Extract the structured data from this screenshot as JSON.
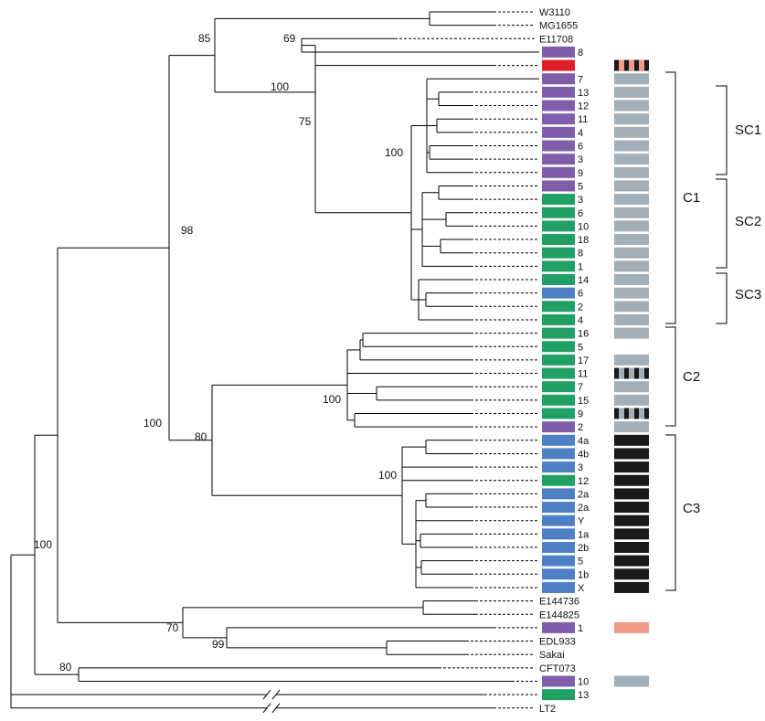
{
  "colors": {
    "purple": "#7f5fab",
    "green": "#21a066",
    "blue": "#4f7fc4",
    "red": "#e01e27",
    "salmon": "#f19a86",
    "gray": "#a2afb8",
    "black": "#1a1a1a"
  },
  "leaves": [
    {
      "label": "W3110",
      "host": null,
      "ph": null
    },
    {
      "label": "MG1655",
      "host": null,
      "ph": null
    },
    {
      "label": "E11708",
      "host": null,
      "ph": null
    },
    {
      "label": "8",
      "host": "purple",
      "ph": null
    },
    {
      "label": "",
      "host": "red",
      "ph": "salmon-striped"
    },
    {
      "label": "7",
      "host": "purple",
      "ph": "gray"
    },
    {
      "label": "13",
      "host": "purple",
      "ph": "gray"
    },
    {
      "label": "12",
      "host": "purple",
      "ph": "gray"
    },
    {
      "label": "11",
      "host": "purple",
      "ph": "gray"
    },
    {
      "label": "4",
      "host": "purple",
      "ph": "gray"
    },
    {
      "label": "6",
      "host": "purple",
      "ph": "gray"
    },
    {
      "label": "3",
      "host": "purple",
      "ph": "gray"
    },
    {
      "label": "9",
      "host": "purple",
      "ph": "gray"
    },
    {
      "label": "5",
      "host": "purple",
      "ph": "gray"
    },
    {
      "label": "3",
      "host": "green",
      "ph": "gray"
    },
    {
      "label": "6",
      "host": "green",
      "ph": "gray"
    },
    {
      "label": "10",
      "host": "green",
      "ph": "gray"
    },
    {
      "label": "18",
      "host": "green",
      "ph": "gray"
    },
    {
      "label": "8",
      "host": "green",
      "ph": "gray"
    },
    {
      "label": "1",
      "host": "green",
      "ph": "gray"
    },
    {
      "label": "14",
      "host": "green",
      "ph": "gray"
    },
    {
      "label": "6",
      "host": "blue",
      "ph": "gray"
    },
    {
      "label": "2",
      "host": "green",
      "ph": "gray"
    },
    {
      "label": "4",
      "host": "green",
      "ph": "gray"
    },
    {
      "label": "16",
      "host": "green",
      "ph": "gray"
    },
    {
      "label": "5",
      "host": "green",
      "ph": null
    },
    {
      "label": "17",
      "host": "green",
      "ph": "gray"
    },
    {
      "label": "11",
      "host": "green",
      "ph": "gray-striped"
    },
    {
      "label": "7",
      "host": "green",
      "ph": "gray"
    },
    {
      "label": "15",
      "host": "green",
      "ph": "gray"
    },
    {
      "label": "9",
      "host": "green",
      "ph": "gray-striped"
    },
    {
      "label": "2",
      "host": "purple",
      "ph": "gray"
    },
    {
      "label": "4a",
      "host": "blue",
      "ph": "black"
    },
    {
      "label": "4b",
      "host": "blue",
      "ph": "black"
    },
    {
      "label": "3",
      "host": "blue",
      "ph": "black"
    },
    {
      "label": "12",
      "host": "green",
      "ph": "black"
    },
    {
      "label": "2a",
      "host": "blue",
      "ph": "black"
    },
    {
      "label": "2a",
      "host": "blue",
      "ph": "black"
    },
    {
      "label": "Y",
      "host": "blue",
      "ph": "black"
    },
    {
      "label": "1a",
      "host": "blue",
      "ph": "black"
    },
    {
      "label": "2b",
      "host": "blue",
      "ph": "black"
    },
    {
      "label": "5",
      "host": "blue",
      "ph": "black"
    },
    {
      "label": "1b",
      "host": "blue",
      "ph": "black"
    },
    {
      "label": "X",
      "host": "blue",
      "ph": "black"
    },
    {
      "label": "E144736",
      "host": null,
      "ph": null
    },
    {
      "label": "E144825",
      "host": null,
      "ph": null
    },
    {
      "label": "1",
      "host": "purple",
      "ph": "salmon"
    },
    {
      "label": "EDL933",
      "host": null,
      "ph": null
    },
    {
      "label": "Sakai",
      "host": null,
      "ph": null
    },
    {
      "label": "CFT073",
      "host": null,
      "ph": null
    },
    {
      "label": "10",
      "host": "purple",
      "ph": "gray"
    },
    {
      "label": "13",
      "host": "green",
      "ph": null
    },
    {
      "label": "LT2",
      "host": null,
      "ph": null
    }
  ],
  "bootstrap": [
    "85",
    "69",
    "100",
    "75",
    "100",
    "98",
    "100",
    "100",
    "80",
    "100",
    "70",
    "99",
    "100",
    "80"
  ],
  "clades": [
    "C1",
    "C2",
    "C3"
  ],
  "subclades": [
    "SC1",
    "SC2",
    "SC3"
  ]
}
